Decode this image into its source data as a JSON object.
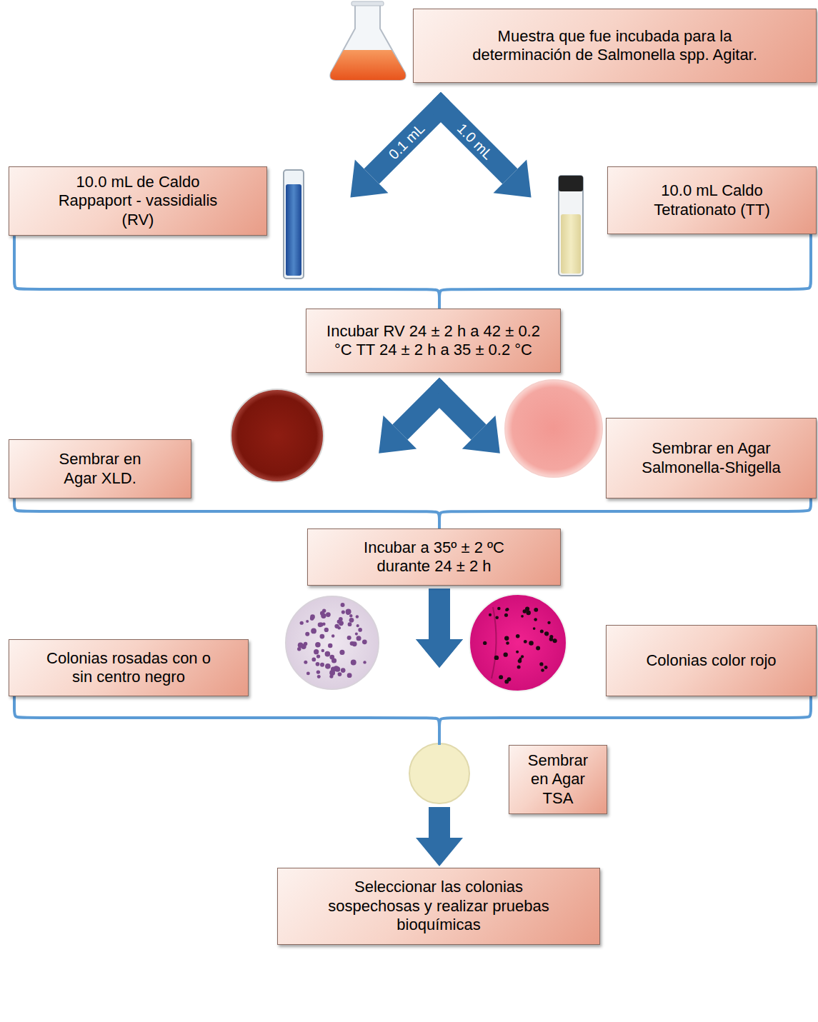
{
  "diagram": {
    "nodes": [
      {
        "text": [
          "Muestra que fue incubada para la determinación de Salmonella spp. Agitar."
        ]
      },
      {
        "text": [
          "10.0 mL de Caldo Rappaport - vassidialis (RV)"
        ]
      },
      {
        "text": [
          "10.0 mL Caldo Tetrationato (TT)"
        ]
      },
      {
        "text": [
          "Incubar RV 24 ± 2 h a 42 ± 0.2 °C TT 24 ± 2 h a 35 ± 0.2 °C"
        ]
      },
      {
        "text": [
          "Sembrar en Agar XLD."
        ]
      },
      {
        "text": [
          "Sembrar en Agar Salmonella-Shigella"
        ]
      },
      {
        "text": [
          "Incubar a 35º ± 2 ºC durante 24 ± 2 h"
        ]
      },
      {
        "text": [
          "Colonias rosadas con o sin centro negro"
        ]
      },
      {
        "text": [
          "Colonias color rojo"
        ]
      },
      {
        "text": [
          "Sembrar en Agar TSA"
        ]
      },
      {
        "text": [
          "Seleccionar las colonias sospechosas y realizar pruebas bioquímicas"
        ]
      }
    ],
    "edges": [
      {
        "from": 0,
        "to": 1,
        "arrow": "to",
        "label": "0.1 mL"
      },
      {
        "from": 0,
        "to": 2,
        "arrow": "to",
        "label": "1.0 mL"
      },
      {
        "from": 1,
        "to": 3,
        "arrow": "none"
      },
      {
        "from": 2,
        "to": 3,
        "arrow": "none"
      },
      {
        "from": 3,
        "to": 4,
        "arrow": "to"
      },
      {
        "from": 3,
        "to": 5,
        "arrow": "to"
      },
      {
        "from": 4,
        "to": 6,
        "arrow": "none"
      },
      {
        "from": 5,
        "to": 6,
        "arrow": "none"
      },
      {
        "from": 6,
        "to": 7,
        "arrow": "to"
      },
      {
        "from": 6,
        "to": 8,
        "arrow": "to"
      },
      {
        "from": 7,
        "to": 9,
        "arrow": "none"
      },
      {
        "from": 8,
        "to": 9,
        "arrow": "none"
      },
      {
        "from": 9,
        "to": 10,
        "arrow": "to"
      }
    ]
  }
}
